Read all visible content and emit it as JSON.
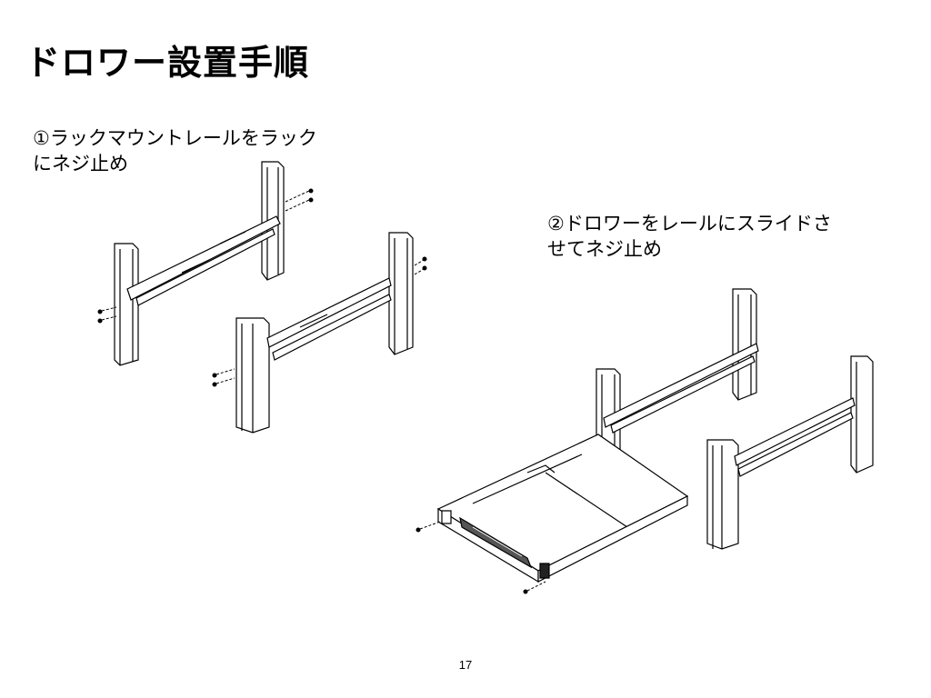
{
  "slide": {
    "title": "ドロワー設置手順",
    "steps": [
      {
        "line1": "①ラックマウントレールをラック",
        "line2": "にネジ止め"
      },
      {
        "line1": "②ドロワーをレールにスライドさ",
        "line2": "せてネジ止め"
      }
    ],
    "page_number": "17"
  },
  "colors": {
    "line": "#000000",
    "panel": "#ffffff",
    "screen": "#555555",
    "accent": "#222222"
  },
  "figures": [
    {
      "name": "figure-rail-mounting",
      "icon": "rack-rails-with-screws"
    },
    {
      "name": "figure-drawer-install",
      "icon": "kvm-drawer-in-rack"
    }
  ]
}
